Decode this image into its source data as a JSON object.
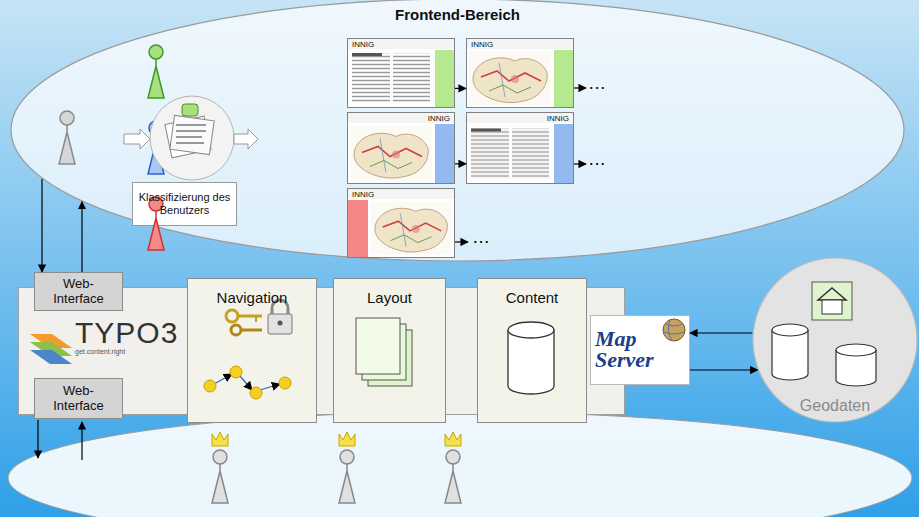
{
  "diagram": {
    "nodes": [
      {
        "text": [
          "Frontend-Bereich"
        ]
      },
      {
        "text": [
          "Klassifizierung des Benutzers"
        ],
        "in": 0
      },
      {
        "text": [
          "INNIG"
        ],
        "in": 0
      },
      {
        "text": [
          "INNIG"
        ],
        "in": 0
      },
      {
        "text": [
          "INNIG"
        ],
        "in": 0
      },
      {
        "text": [
          "INNIG"
        ],
        "in": 0
      },
      {
        "text": [
          "INNIG"
        ],
        "in": 0
      },
      {
        "text": [
          "TYPO3",
          "get.content.right"
        ]
      },
      {
        "text": [
          "Web-Interface"
        ],
        "in": 7
      },
      {
        "text": [
          "Web-Interface"
        ],
        "in": 7
      },
      {
        "text": [
          "Navigation"
        ],
        "in": 7
      },
      {
        "text": [
          "Layout"
        ],
        "in": 7
      },
      {
        "text": [
          "Content"
        ],
        "in": 7
      },
      {
        "text": [
          "Map Server"
        ]
      },
      {
        "text": [
          "Geodaten"
        ]
      }
    ],
    "edges": [
      {
        "from": 2,
        "to": 3,
        "arrow": "to"
      },
      {
        "from": 4,
        "to": 5,
        "arrow": "to"
      },
      {
        "from": 8,
        "to": 0,
        "arrow": "to"
      },
      {
        "from": 0,
        "to": 8,
        "arrow": "to"
      },
      {
        "from": 13,
        "to": 14,
        "arrow": "to"
      },
      {
        "from": 14,
        "to": 13,
        "arrow": "to"
      }
    ],
    "labels": [
      "…",
      "…",
      "…"
    ]
  }
}
